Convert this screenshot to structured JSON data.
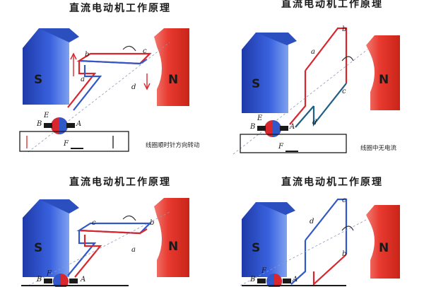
{
  "colors": {
    "south_magnet": "#2346c8",
    "north_magnet": "#e6392f",
    "coil_red": "#d8262c",
    "coil_blue": "#3158c9",
    "coil_dark": "#1d5f86"
  },
  "panels": [
    {
      "title": "直流电动机工作原理",
      "caption": "线圈顺时针方向转动",
      "south_label": "S",
      "north_label": "N",
      "coil_labels": [
        "a",
        "b",
        "c",
        "d"
      ],
      "brush_labels": [
        "B",
        "E",
        "A",
        "F"
      ]
    },
    {
      "title": "直流电动机工作原理",
      "caption": "线圈中无电流",
      "south_label": "S",
      "north_label": "N",
      "coil_labels": [
        "a",
        "b",
        "c",
        "d"
      ],
      "brush_labels": [
        "B",
        "E",
        "A",
        "F"
      ]
    },
    {
      "title": "直流电动机工作原理",
      "caption": "",
      "south_label": "S",
      "north_label": "N",
      "coil_labels": [
        "c",
        "b",
        "a"
      ],
      "brush_labels": [
        "B",
        "F",
        "A"
      ]
    },
    {
      "title": "直流电动机工作原理",
      "caption": "",
      "south_label": "S",
      "north_label": "N",
      "coil_labels": [
        "c",
        "d",
        "b"
      ],
      "brush_labels": [
        "B",
        "F",
        "A"
      ]
    }
  ]
}
